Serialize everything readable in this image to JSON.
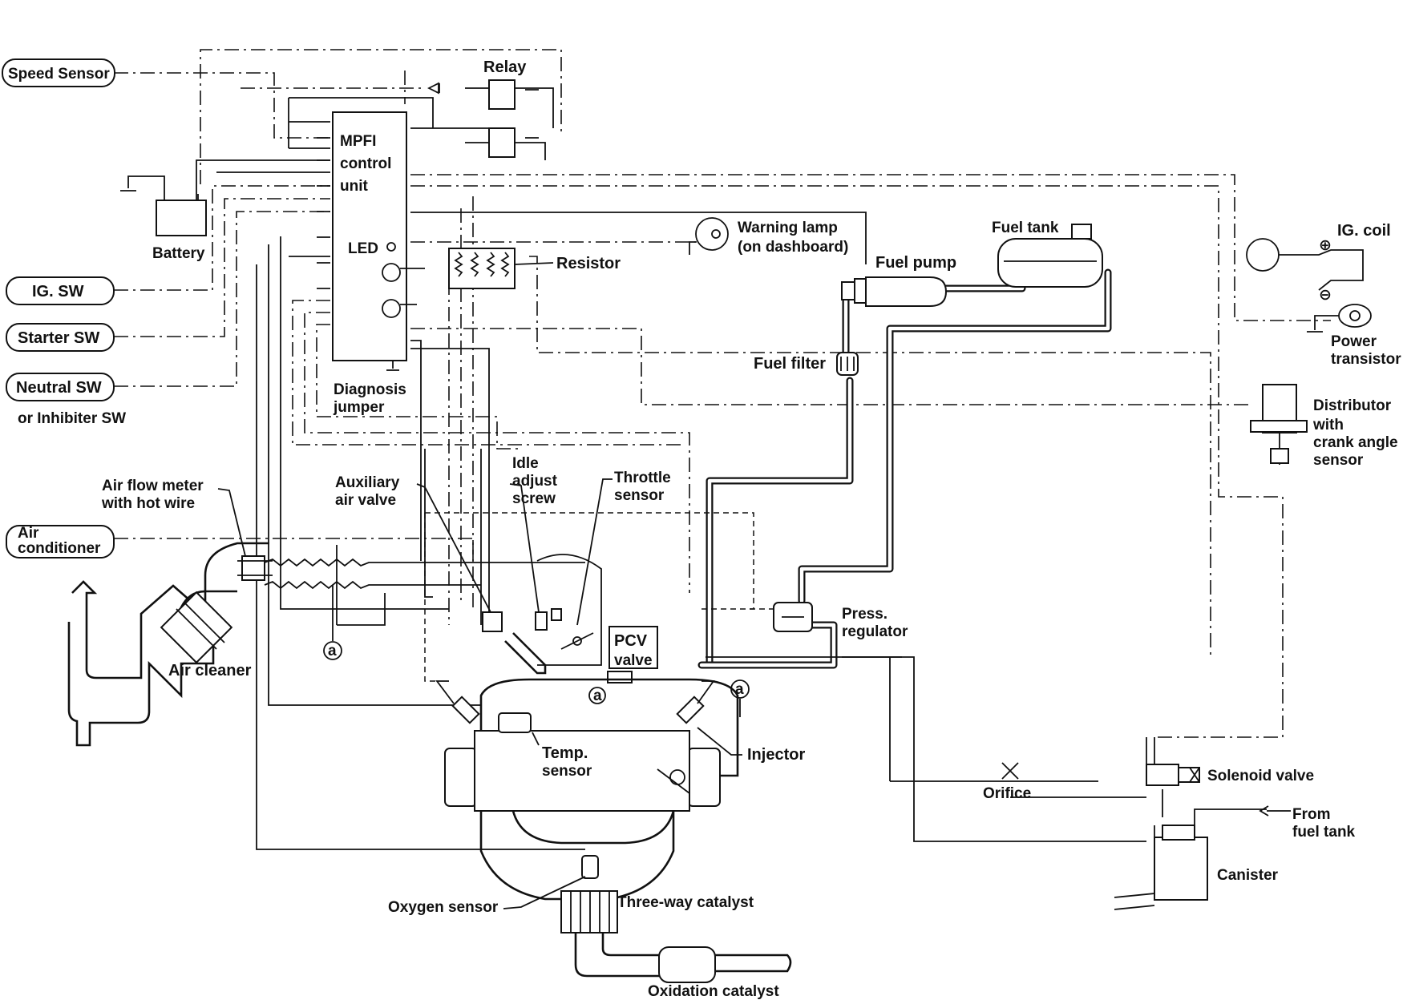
{
  "labels": {
    "speed_sensor": "Speed Sensor",
    "relay": "Relay",
    "mpfi_line1": "MPFI",
    "mpfi_line2": "control",
    "mpfi_line3": "unit",
    "led": "LED",
    "battery": "Battery",
    "ig_sw": "IG. SW",
    "starter_sw": "Starter SW",
    "neutral_sw": "Neutral SW",
    "inhibiter_sw": "or Inhibiter SW",
    "resistor": "Resistor",
    "warning_lamp_line1": "Warning lamp",
    "warning_lamp_line2": "(on dashboard)",
    "fuel_tank": "Fuel tank",
    "fuel_pump": "Fuel pump",
    "fuel_filter": "Fuel filter",
    "ig_coil": "IG. coil",
    "power_transistor_line1": "Power",
    "power_transistor_line2": "transistor",
    "diagnosis_jumper_line1": "Diagnosis",
    "diagnosis_jumper_line2": "jumper",
    "distributor_line1": "Distributor",
    "distributor_line2": "with",
    "distributor_line3": "crank angle",
    "distributor_line4": "sensor",
    "air_flow_meter_line1": "Air flow meter",
    "air_flow_meter_line2": "with hot wire",
    "auxiliary_air_valve_line1": "Auxiliary",
    "auxiliary_air_valve_line2": "air valve",
    "idle_adjust_line1": "Idle",
    "idle_adjust_line2": "adjust",
    "idle_adjust_line3": "screw",
    "throttle_sensor_line1": "Throttle",
    "throttle_sensor_line2": "sensor",
    "air_conditioner_line1": "Air",
    "air_conditioner_line2": "conditioner",
    "press_regulator_line1": "Press.",
    "press_regulator_line2": "regulator",
    "pcv_valve_line1": "PCV",
    "pcv_valve_line2": "valve",
    "air_cleaner": "Air cleaner",
    "marker_a": "a",
    "temp_sensor_line1": "Temp.",
    "temp_sensor_line2": "sensor",
    "injector": "Injector",
    "orifice": "Orifice",
    "solenoid_valve": "Solenoid valve",
    "from_fuel_tank_line1": "From",
    "from_fuel_tank_line2": "fuel tank",
    "canister": "Canister",
    "oxygen_sensor": "Oxygen sensor",
    "three_way_catalyst": "Three-way catalyst",
    "oxidation_catalyst": "Oxidation catalyst"
  }
}
